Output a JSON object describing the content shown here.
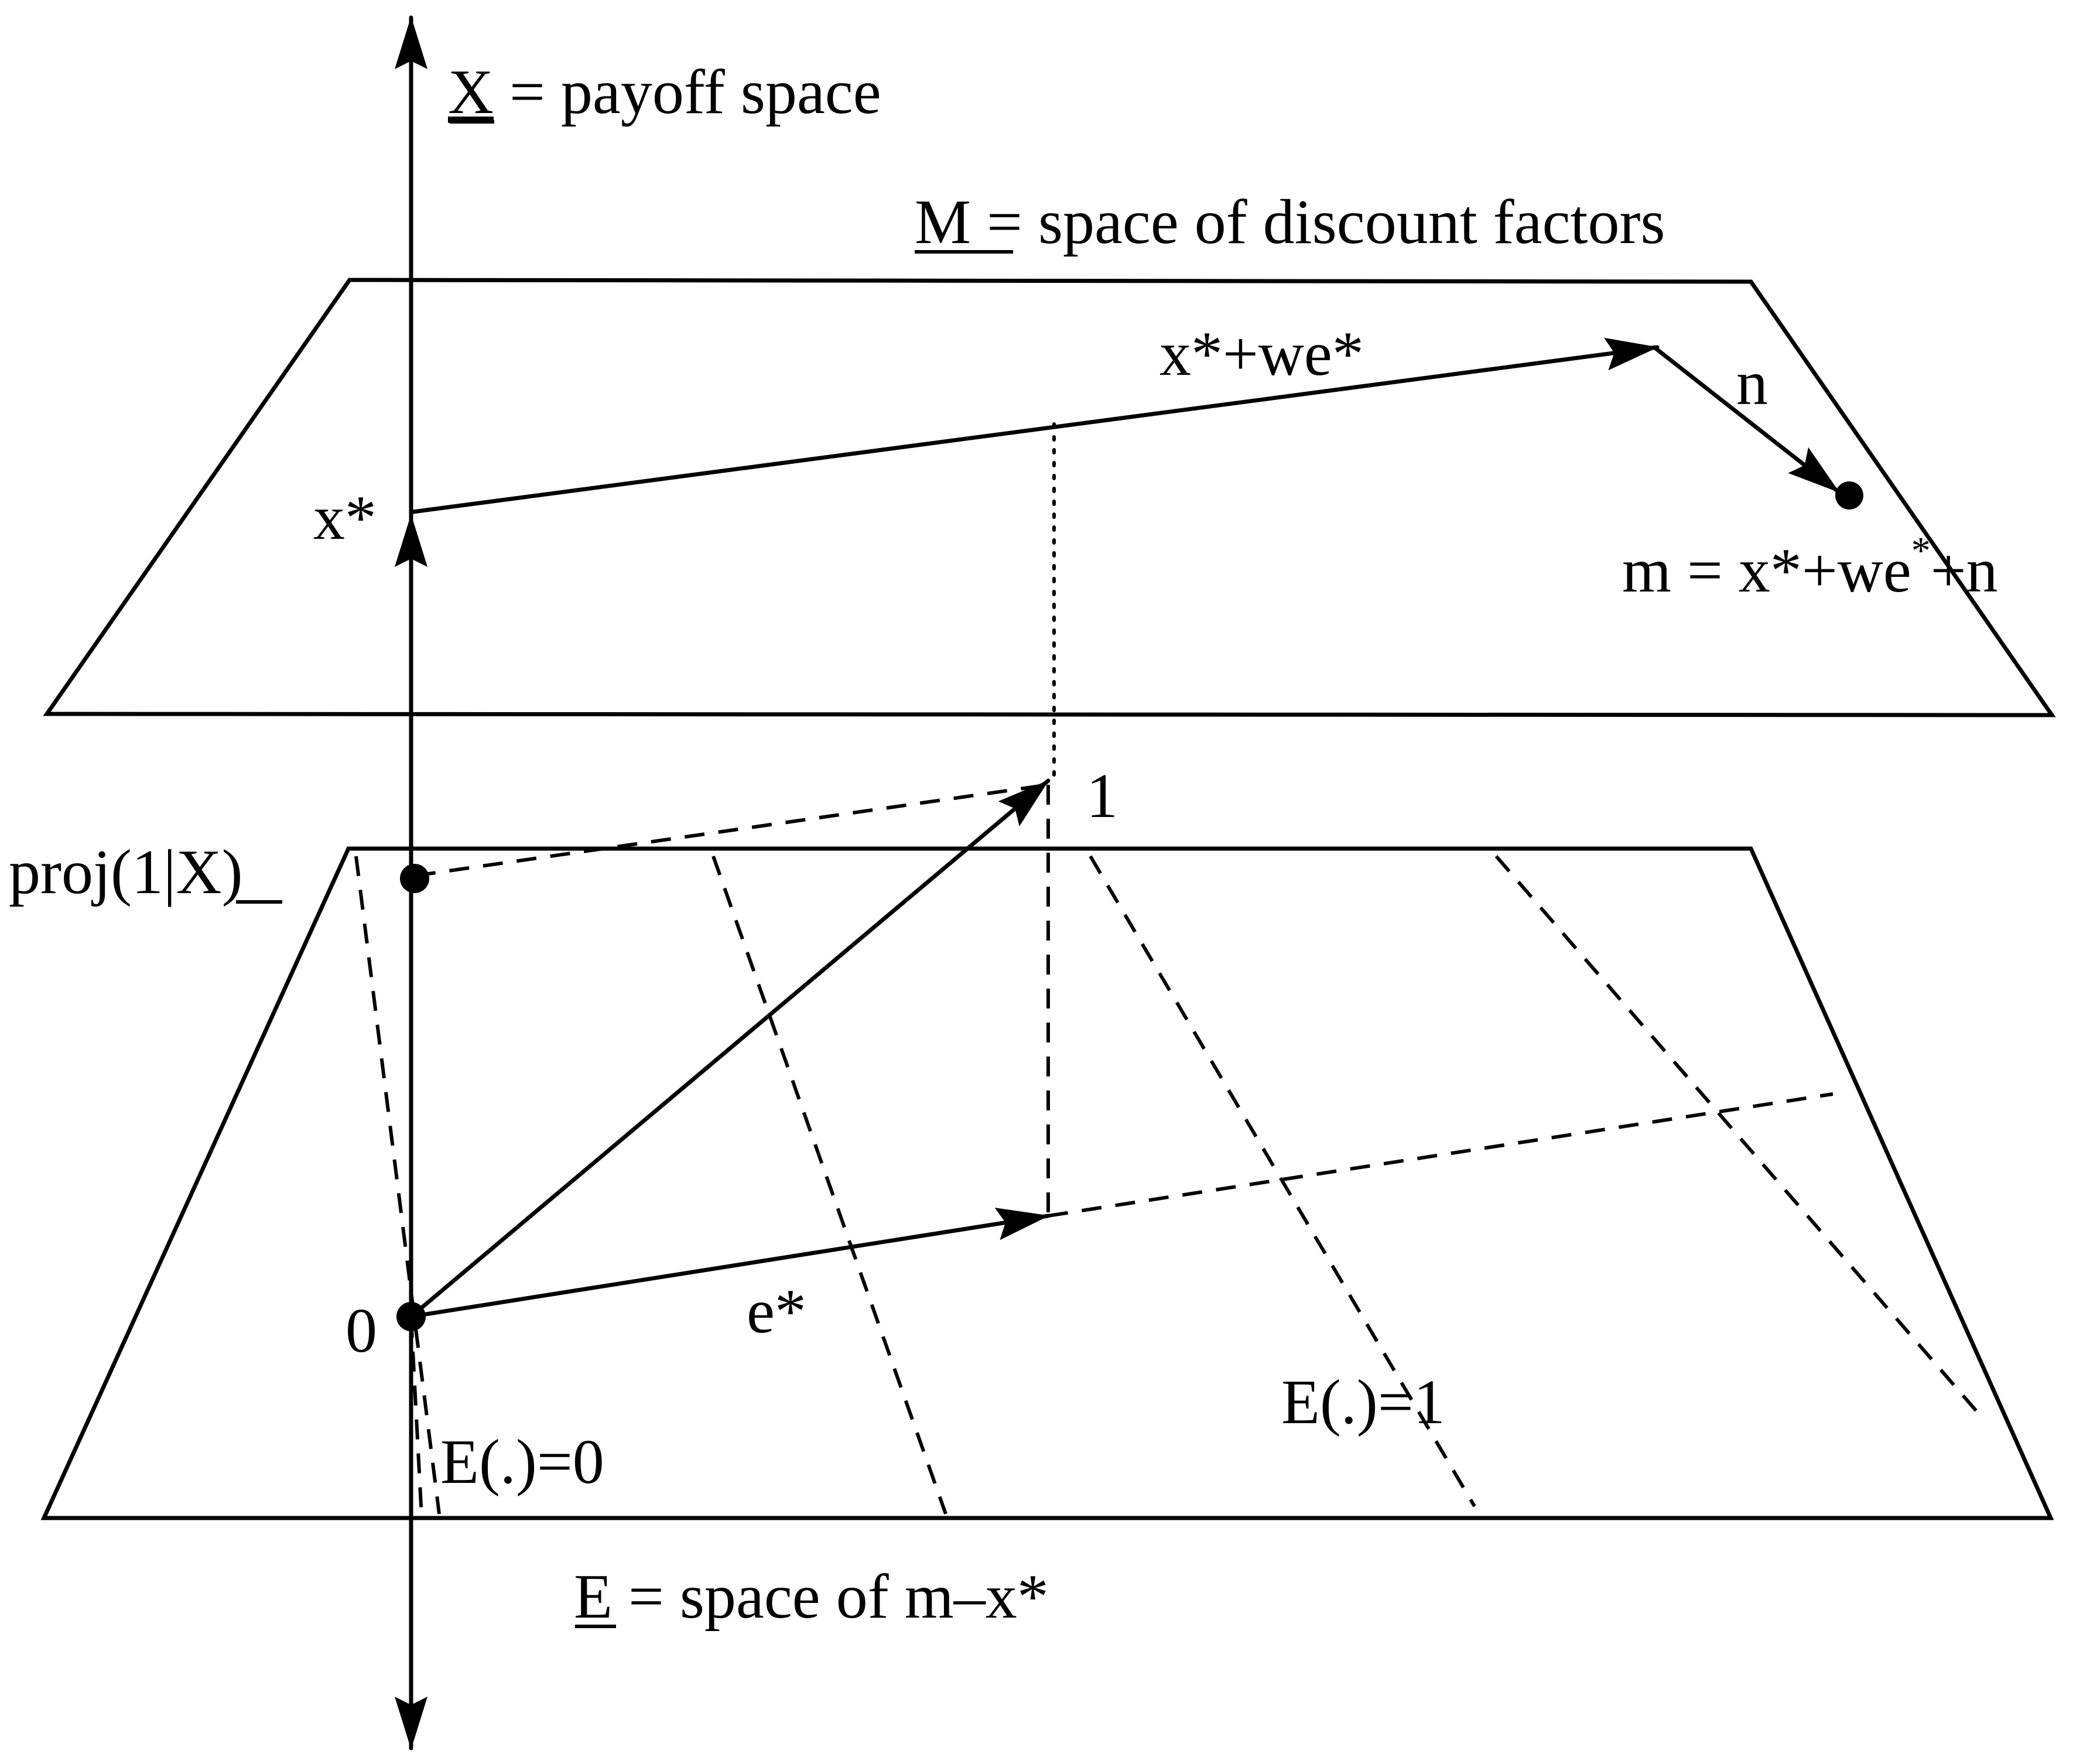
{
  "labels": {
    "x_axis_var": "X",
    "x_axis_rest": " = payoff space",
    "m_space_var": "M",
    "m_space_rest": " = space of discount factors",
    "x_star_we_star": "x*+we*",
    "n": "n",
    "x_star": "x*",
    "m_eq_base": "m = x*+we",
    "m_eq_sup": "*",
    "m_eq_tail": "+n",
    "one": "1",
    "proj_a": "proj(1|",
    "proj_var": "X",
    "proj_b": ")",
    "zero": "0",
    "e_star": "e*",
    "e_eq_1": "E(.)=1",
    "e_eq_0": "E(.)=0",
    "e_space_var": "E",
    "e_space_rest": " = space of m–x*"
  }
}
